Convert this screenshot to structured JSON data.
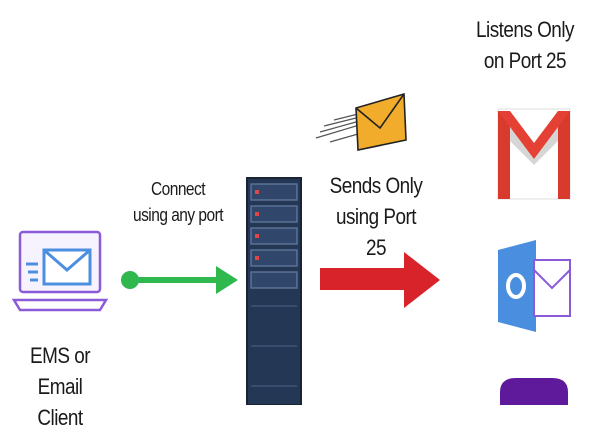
{
  "client": {
    "label_line1": "EMS or Email",
    "label_line2": "Client",
    "icon": "laptop-mail-icon"
  },
  "connect": {
    "label_line1": "Connect",
    "label_line2": "using any port",
    "arrow_color": "#2fb84e"
  },
  "server": {
    "icon": "server-rack-icon"
  },
  "send": {
    "label_line1": "Sends Only",
    "label_line2": "using Port 25",
    "arrow_color": "#d9232b",
    "icon": "flying-envelope-icon"
  },
  "receivers": {
    "label_line1": "Listens Only",
    "label_line2": "on Port 25",
    "items": [
      {
        "name": "gmail",
        "icon": "gmail-icon"
      },
      {
        "name": "outlook",
        "icon": "outlook-icon"
      },
      {
        "name": "yahoo",
        "icon": "yahoo-icon"
      }
    ]
  }
}
